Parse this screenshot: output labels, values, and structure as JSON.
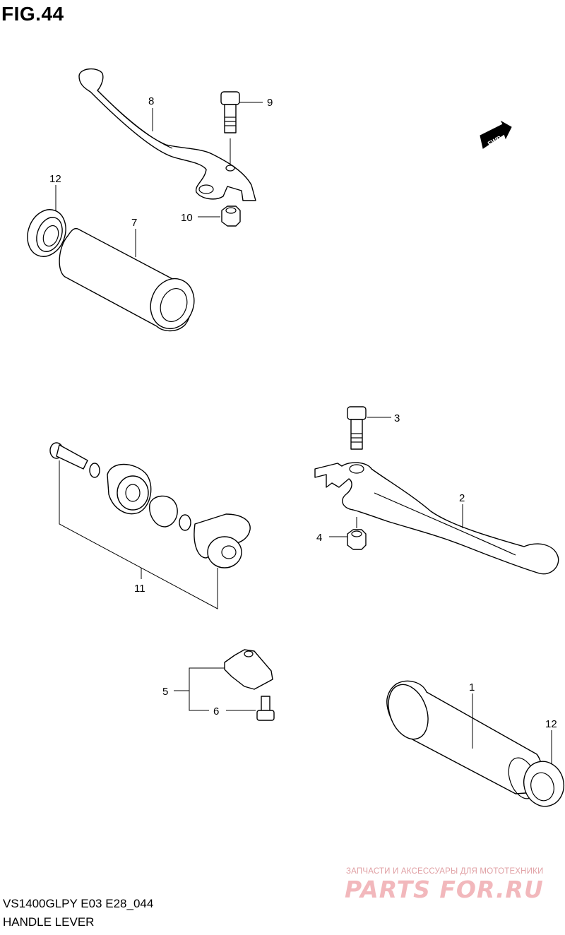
{
  "figure": {
    "title": "FIG.44",
    "model_code": "VS1400GLPY E03 E28_044",
    "name": "HANDLE LEVER"
  },
  "direction_tag": {
    "label": "FWD",
    "icon": "forward-arrow-icon"
  },
  "callouts": [
    {
      "id": "callout-8",
      "label": "8"
    },
    {
      "id": "callout-9",
      "label": "9"
    },
    {
      "id": "callout-10",
      "label": "10"
    },
    {
      "id": "callout-12-top",
      "label": "12"
    },
    {
      "id": "callout-7",
      "label": "7"
    },
    {
      "id": "callout-3",
      "label": "3"
    },
    {
      "id": "callout-2",
      "label": "2"
    },
    {
      "id": "callout-4",
      "label": "4"
    },
    {
      "id": "callout-11",
      "label": "11"
    },
    {
      "id": "callout-5",
      "label": "5"
    },
    {
      "id": "callout-6",
      "label": "6"
    },
    {
      "id": "callout-1",
      "label": "1"
    },
    {
      "id": "callout-12-bottom",
      "label": "12"
    }
  ],
  "watermark": {
    "tagline": "ЗАПЧАСТИ И АКСЕССУАРЫ ДЛЯ МОТОТЕХНИКИ",
    "brand": "PARTS FOR.RU",
    "color": "#f2b8bc"
  }
}
